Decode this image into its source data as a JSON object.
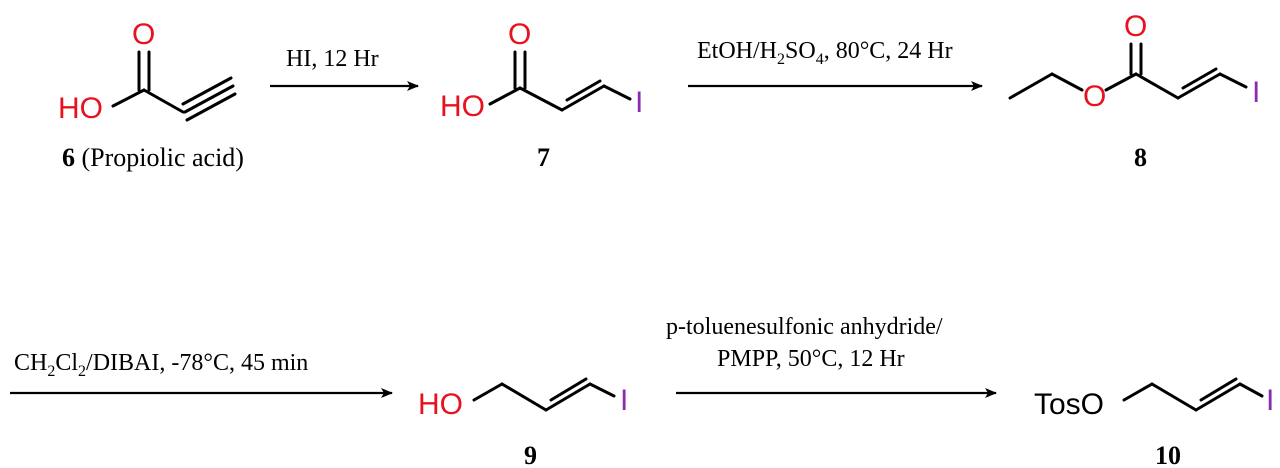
{
  "colors": {
    "oxygen": "#e8111f",
    "iodine": "#8a2bb0",
    "bond": "#000000"
  },
  "atoms": {
    "O": "O",
    "HO": "HO",
    "I": "I",
    "TosO": "TosO"
  },
  "conditions": {
    "step1": "HI, 12 Hr",
    "step2_prefix": "EtOH/H",
    "step2_sub1": "2",
    "step2_mid": "SO",
    "step2_sub2": "4",
    "step2_suffix": ", 80°C, 24 Hr",
    "step3_ch": "CH",
    "step3_sub1": "2",
    "step3_cl": "Cl",
    "step3_sub2": "2",
    "step3_suffix": "/DIBAI, -78°C, 45 min",
    "step4_line1": "p-toluenesulfonic anhydride/",
    "step4_line2": "PMPP, 50°C, 12 Hr"
  },
  "compounds": {
    "c6_number": "6",
    "c6_name": " (Propiolic acid)",
    "c7_number": "7",
    "c8_number": "8",
    "c9_number": "9",
    "c10_number": "10"
  }
}
